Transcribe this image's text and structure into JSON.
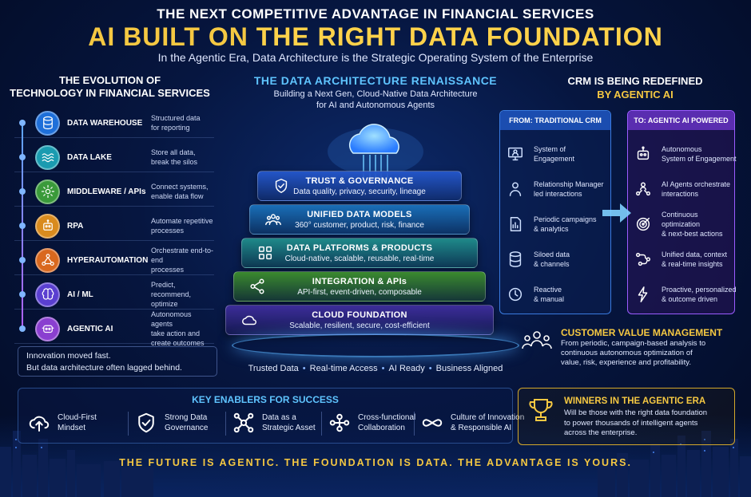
{
  "header": {
    "line1": "THE NEXT COMPETITIVE ADVANTAGE IN FINANCIAL SERVICES",
    "line2_a": "AI BUILT ON ",
    "line2_b": "THE RIGHT DATA FOUNDATION",
    "line3": "In the Agentic Era, Data Architecture is the Strategic Operating System of the Enterprise"
  },
  "evolution": {
    "title_1": "THE EVOLUTION OF",
    "title_2": "TECHNOLOGY IN FINANCIAL SERVICES",
    "items": [
      {
        "name": "DATA WAREHOUSE",
        "desc_1": "Structured data",
        "desc_2": "for reporting",
        "desc_3": "",
        "icon": "database-icon",
        "color": "#1e6fd9"
      },
      {
        "name": "DATA LAKE",
        "desc_1": "Store all data,",
        "desc_2": "break the silos",
        "desc_3": "",
        "icon": "waves-icon",
        "color": "#1a9bb0"
      },
      {
        "name": "MIDDLEWARE / APIs",
        "desc_1": "Connect systems,",
        "desc_2": "enable data flow",
        "desc_3": "",
        "icon": "gear-icon",
        "color": "#3a9a3a"
      },
      {
        "name": "RPA",
        "desc_1": "Automate repetitive",
        "desc_2": "processes",
        "desc_3": "",
        "icon": "robot-icon",
        "color": "#d98b1e"
      },
      {
        "name": "HYPERAUTOMATION",
        "desc_1": "Orchestrate end-to-end",
        "desc_2": "processes",
        "desc_3": "",
        "icon": "network-icon",
        "color": "#d9681e"
      },
      {
        "name": "AI / ML",
        "desc_1": "Predict, recommend,",
        "desc_2": "optimize",
        "desc_3": "",
        "icon": "brain-icon",
        "color": "#5a3fd0"
      },
      {
        "name": "AGENTIC AI",
        "desc_1": "Autonomous agents",
        "desc_2": "take action and",
        "desc_3": "create outcomes",
        "icon": "agent-icon",
        "color": "#8a3fd0"
      }
    ],
    "note_1": "Innovation moved fast.",
    "note_2": "But data architecture often lagged behind."
  },
  "renaissance": {
    "title": "THE DATA ARCHITECTURE RENAISSANCE",
    "sub_1": "Building a Next Gen, Cloud-Native Data Architecture",
    "sub_2": "for AI and Autonomous Agents",
    "tiers": [
      {
        "title": "TRUST & GOVERNANCE",
        "desc": "Data quality, privacy, security, lineage",
        "icon": "shield-icon",
        "color": "#2456c8"
      },
      {
        "title": "UNIFIED DATA MODELS",
        "desc": "360° customer, product, risk, finance",
        "icon": "people-icon",
        "color": "#1a6fb8"
      },
      {
        "title": "DATA PLATFORMS & PRODUCTS",
        "desc": "Cloud-native, scalable, reusable, real-time",
        "icon": "grid-icon",
        "color": "#1f8a8a"
      },
      {
        "title": "INTEGRATION & APIs",
        "desc": "API-first, event-driven, composable",
        "icon": "share-icon",
        "color": "#3b8a2e"
      },
      {
        "title": "CLOUD FOUNDATION",
        "desc": "Scalable, resilient, secure, cost-efficient",
        "icon": "cloud-icon",
        "color": "#3d2d9a"
      }
    ],
    "pillars": [
      "Trusted Data",
      "Real-time Access",
      "AI Ready",
      "Business Aligned"
    ]
  },
  "crm": {
    "title_1": "CRM IS BEING REDEFINED",
    "title_2": "BY AGENTIC AI",
    "from_head": "FROM: TRADITIONAL CRM",
    "to_head": "TO: AGENTIC AI POWERED",
    "from_items": [
      {
        "l1": "System of",
        "l2": "Engagement",
        "icon": "monitor-user-icon"
      },
      {
        "l1": "Relationship Manager",
        "l2": "led interactions",
        "icon": "person-icon"
      },
      {
        "l1": "Periodic campaigns",
        "l2": "& analytics",
        "icon": "document-chart-icon"
      },
      {
        "l1": "Siloed data",
        "l2": "& channels",
        "icon": "database-icon"
      },
      {
        "l1": "Reactive",
        "l2": "& manual",
        "icon": "clock-icon"
      }
    ],
    "to_items": [
      {
        "l1": "Autonomous",
        "l2": "System of Engagement",
        "icon": "robot-icon"
      },
      {
        "l1": "AI Agents orchestrate",
        "l2": "interactions",
        "icon": "people-network-icon"
      },
      {
        "l1": "Continuous optimization",
        "l2": "& next-best actions",
        "icon": "target-icon"
      },
      {
        "l1": "Unified data, context",
        "l2": "& real-time insights",
        "icon": "flow-icon"
      },
      {
        "l1": "Proactive, personalized",
        "l2": "& outcome driven",
        "icon": "lightning-icon"
      }
    ]
  },
  "cvm": {
    "title": "CUSTOMER VALUE MANAGEMENT",
    "d1": "From periodic, campaign-based analysis to",
    "d2": "continuous autonomous optimization of",
    "d3": "value, risk, experience and profitability."
  },
  "enablers": {
    "title": "KEY ENABLERS FOR SUCCESS",
    "items": [
      {
        "l1": "Cloud-First",
        "l2": "Mindset",
        "icon": "cloud-upload-icon"
      },
      {
        "l1": "Strong Data",
        "l2": "Governance",
        "icon": "shield-check-icon"
      },
      {
        "l1": "Data as a",
        "l2": "Strategic Asset",
        "icon": "nodes-icon"
      },
      {
        "l1": "Cross-functional",
        "l2": "Collaboration",
        "icon": "team-icon"
      },
      {
        "l1": "Culture of Innovation",
        "l2": "& Responsible AI",
        "icon": "infinity-icon"
      }
    ]
  },
  "winners": {
    "title": "WINNERS IN THE AGENTIC ERA",
    "d1": "Will be those with the right data foundation",
    "d2": "to power thousands of intelligent agents",
    "d3": "across the enterprise."
  },
  "footer": "THE FUTURE IS AGENTIC. THE FOUNDATION IS DATA. THE ADVANTAGE IS YOURS."
}
